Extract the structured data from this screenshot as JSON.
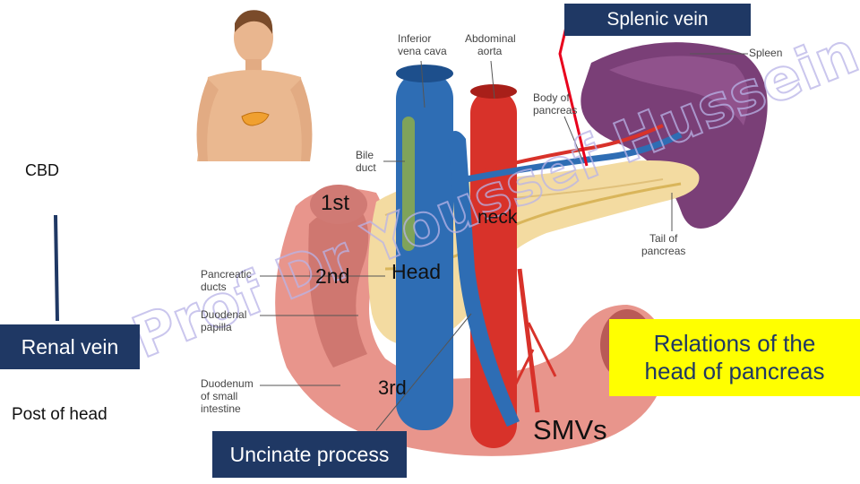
{
  "slide": {
    "boxes": {
      "splenic_vein": "Splenic vein",
      "renal_vein": "Renal vein",
      "uncinate": "Uncinate process",
      "title_line1": "Relations of the",
      "title_line2": "head of pancreas"
    },
    "labels": {
      "cbd": "CBD",
      "post_of_head": "Post of head",
      "first": "1st",
      "second": "2nd",
      "third": "3rd",
      "neck": "neck",
      "head": "Head",
      "smvs": "SMVs"
    },
    "anatomy_labels": {
      "ivc_1": "Inferior",
      "ivc_2": "vena cava",
      "aorta_1": "Abdominal",
      "aorta_2": "aorta",
      "spleen": "Spleen",
      "body_1": "Body of",
      "body_2": "pancreas",
      "bile_1": "Bile",
      "bile_2": "duct",
      "tail_1": "Tail of",
      "tail_2": "pancreas",
      "pancreatic_1": "Pancreatic",
      "pancreatic_2": "ducts",
      "papilla_1": "Duodenal",
      "papilla_2": "papilla",
      "duodenum_1": "Duodenum",
      "duodenum_2": "of small",
      "duodenum_3": "intestine"
    },
    "watermark": "Prof Dr Youssef Hussein",
    "colors": {
      "navy_box": "#1f3864",
      "yellow_box": "#ffff00",
      "vein": "#2e6db4",
      "artery": "#d8322a",
      "pancreas": "#f3dba1",
      "duodenum": "#e8958c",
      "spleen": "#7a3f77",
      "pointer_red": "#e8001c",
      "watermark": "#b9b4e8"
    }
  }
}
